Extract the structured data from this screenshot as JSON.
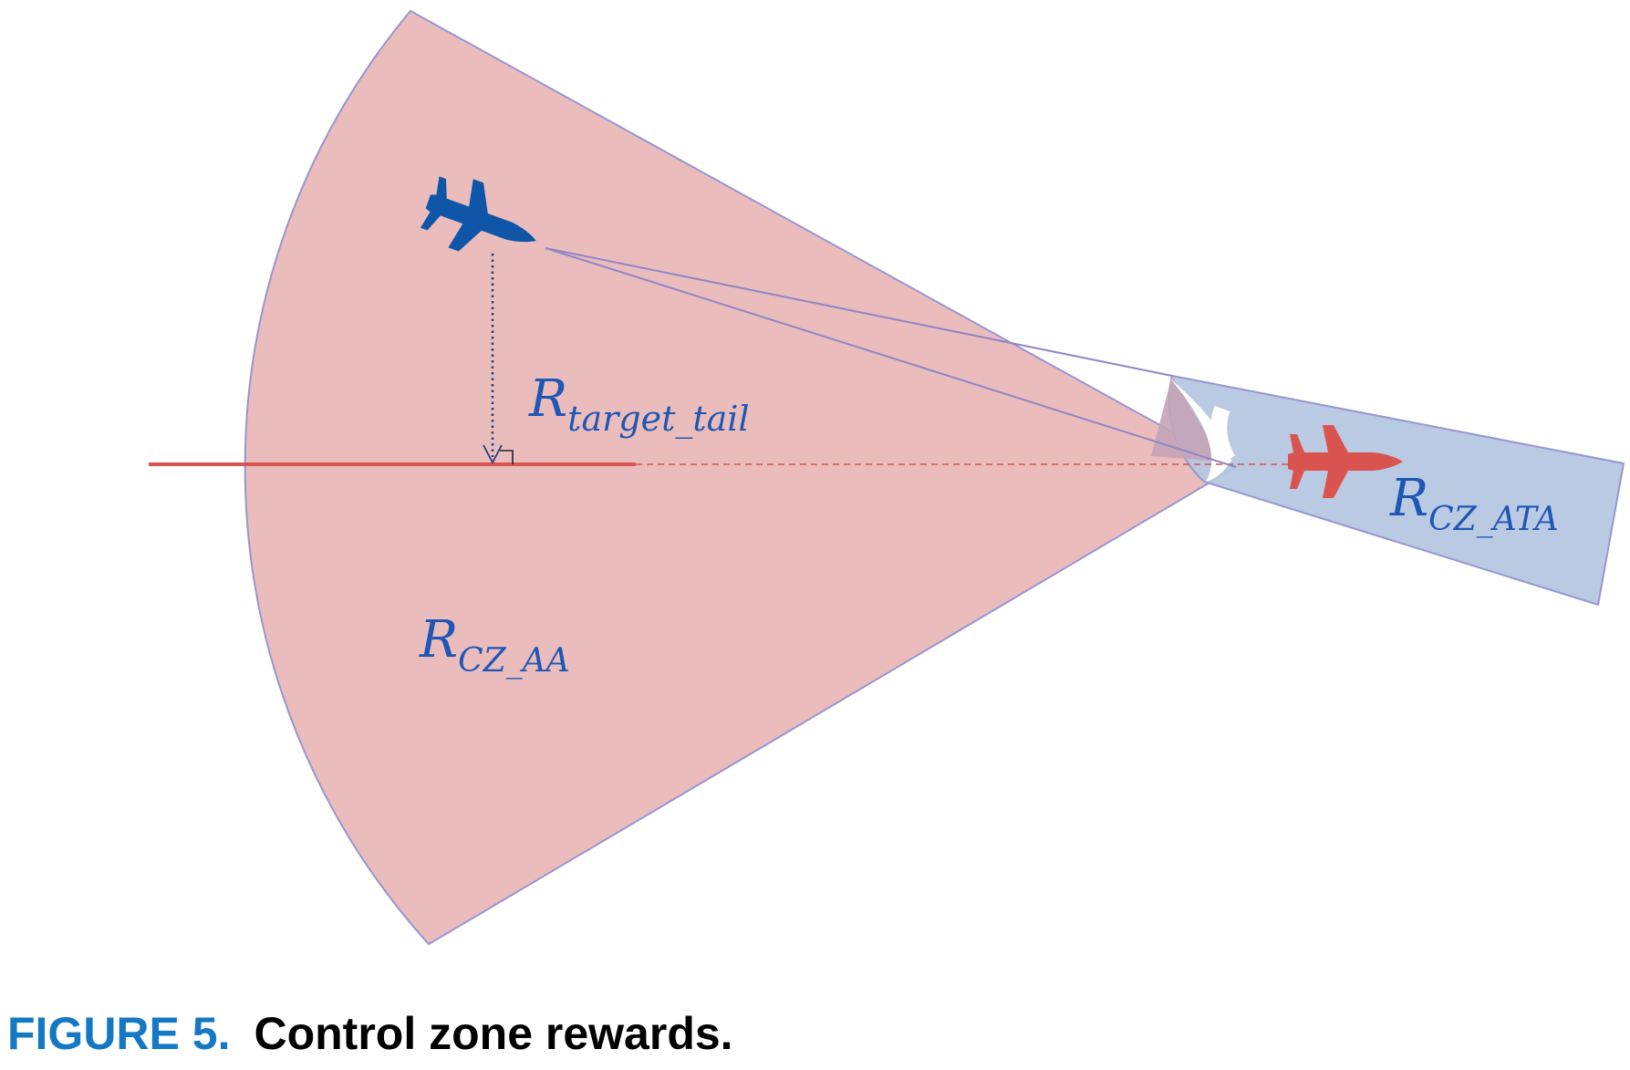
{
  "diagram": {
    "zone_aa": {
      "symbol": "R",
      "subscript": "CZ_AA"
    },
    "zone_ata": {
      "symbol": "R",
      "subscript": "CZ_ATA"
    },
    "target_tail": {
      "symbol": "R",
      "subscript": "target_tail"
    },
    "colors": {
      "aa_zone_fill": "#ebbcbc",
      "ata_zone_fill": "#b5c7e0",
      "zone_outline": "#9696d2",
      "own_aircraft": "#0f56a8",
      "target_aircraft": "#d9534f",
      "heading_line": "#d9534f",
      "label_text": "#1f57b5"
    },
    "icons": {
      "own_aircraft": "blue-fighter-jet-icon",
      "target_aircraft": "red-fighter-jet-icon"
    }
  },
  "caption": {
    "label": "FIGURE 5.",
    "text": "Control zone rewards."
  }
}
